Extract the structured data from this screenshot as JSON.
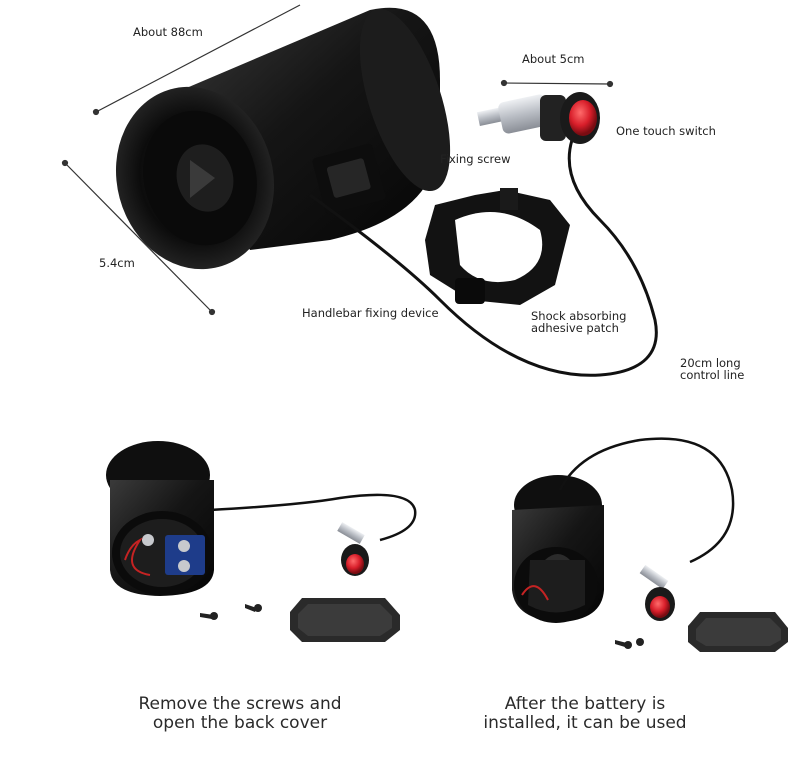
{
  "labels": {
    "length": "About 88cm",
    "diameter": "5.4cm",
    "switch_size": "About 5cm",
    "fixing_screw": "Fixing screw",
    "one_touch_switch": "One touch switch",
    "handlebar_fixing": "Handlebar fixing device",
    "shock_absorbing_line1": "Shock absorbing",
    "shock_absorbing_line2": "adhesive patch",
    "control_line_line1": "20cm long",
    "control_line_line2": "control line"
  },
  "captions": {
    "left_line1": "Remove the screws and",
    "left_line2": "open the back cover",
    "right_line1": "After the battery is",
    "right_line2": "installed, it can be used"
  },
  "colors": {
    "body": "#141414",
    "switch_red": "#d81e2a",
    "metal": "#c9ccd2"
  }
}
